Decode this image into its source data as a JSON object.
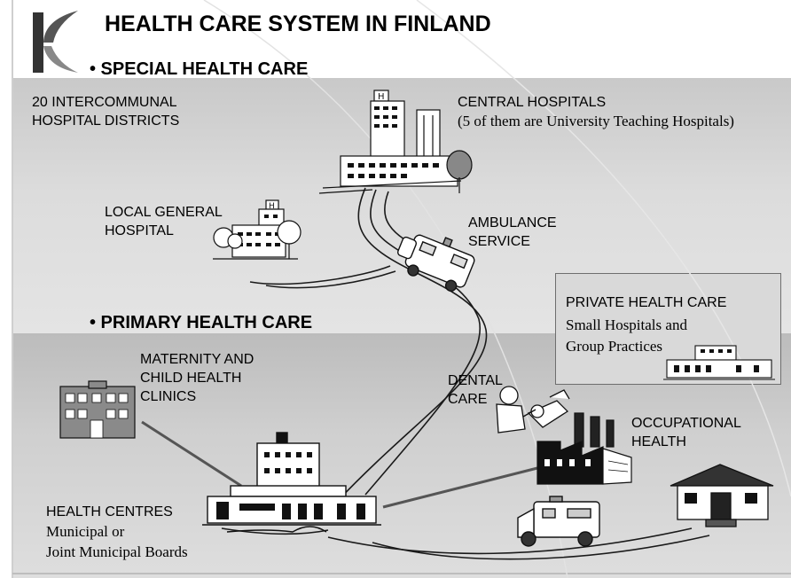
{
  "title": "HEALTH CARE SYSTEM IN FINLAND",
  "sections": {
    "special": "• SPECIAL HEALTH CARE",
    "primary": "• PRIMARY HEALTH CARE"
  },
  "labels": {
    "districts": [
      "20 INTERCOMMUNAL",
      "HOSPITAL DISTRICTS"
    ],
    "central": [
      "CENTRAL HOSPITALS",
      "(5 of them are University Teaching Hospitals)"
    ],
    "local": [
      "LOCAL GENERAL",
      "HOSPITAL"
    ],
    "ambulance": [
      "AMBULANCE",
      "SERVICE"
    ],
    "private": [
      "PRIVATE HEALTH CARE",
      "Small Hospitals and",
      "Group Practices"
    ],
    "maternity": [
      "MATERNITY AND",
      "CHILD HEALTH",
      "CLINICS"
    ],
    "dental": [
      "DENTAL",
      "CARE"
    ],
    "occupational": [
      "OCCUPATIONAL",
      "HEALTH"
    ],
    "centres": [
      "HEALTH CENTRES",
      "Municipal or",
      "Joint Municipal Boards"
    ]
  },
  "colors": {
    "special_band": "#d6d6d6",
    "primary_band": "#c8c8c8",
    "private_box": "#d9d9d9",
    "logo": "#333333"
  },
  "icons": {
    "logo": "k-logo-icon",
    "central_hospital": "hospital-complex-icon",
    "local_hospital": "hospital-icon",
    "ambulance": "ambulance-icon",
    "private_hospital": "clinic-building-icon",
    "maternity": "clinic-building-icon",
    "dentist": "dentist-icon",
    "factory": "factory-icon",
    "house": "house-icon",
    "health_centre": "health-centre-icon",
    "van": "ambulance-van-icon"
  }
}
